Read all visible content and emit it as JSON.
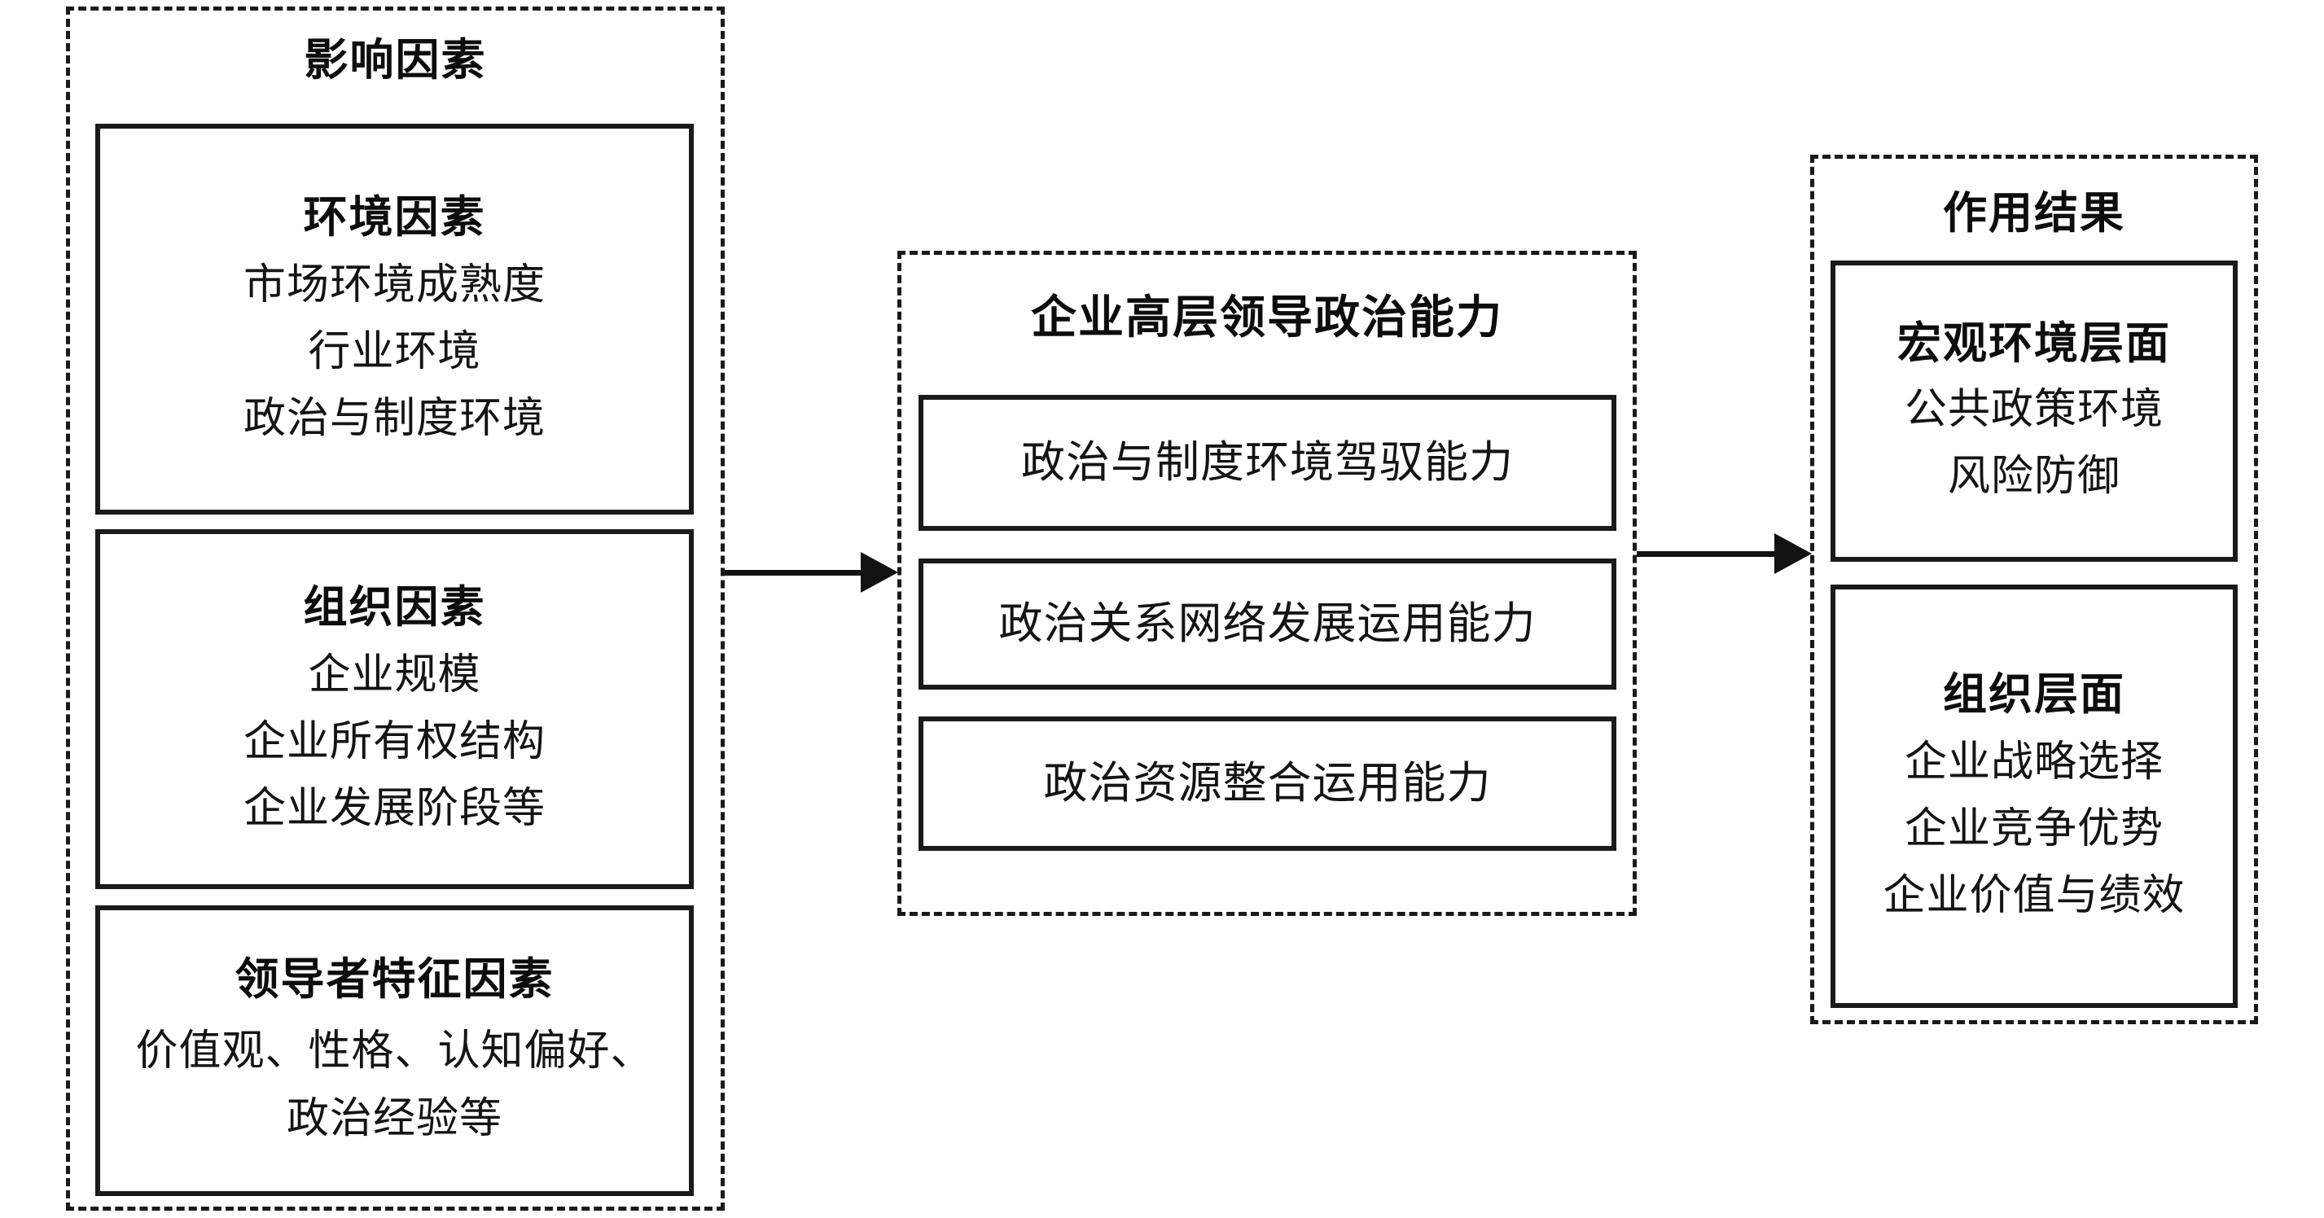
{
  "diagram": {
    "title_left": "影响因素",
    "title_middle": "企业高层领导政治能力",
    "title_right": "作用结果",
    "arrow_icon_1": "arrow-right-icon",
    "arrow_icon_2": "arrow-right-icon"
  },
  "left_group": {
    "label": "影响因素",
    "boxes": [
      {
        "title": "环境因素",
        "lines": [
          "市场环境成熟度",
          "行业环境",
          "政治与制度环境"
        ]
      },
      {
        "title": "组织因素",
        "lines": [
          "企业规模",
          "企业所有权结构",
          "企业发展阶段等"
        ]
      },
      {
        "title": "领导者特征因素",
        "lines": [
          "价值观、性格、认知偏好、",
          "政治经验等"
        ]
      }
    ]
  },
  "middle_group": {
    "label": "企业高层领导政治能力",
    "boxes": [
      {
        "text": "政治与制度环境驾驭能力"
      },
      {
        "text": "政治关系网络发展运用能力"
      },
      {
        "text": "政治资源整合运用能力"
      }
    ]
  },
  "right_group": {
    "label": "作用结果",
    "boxes": [
      {
        "title": "宏观环境层面",
        "lines": [
          "公共政策环境",
          "风险防御"
        ]
      },
      {
        "title": "组织层面",
        "lines": [
          "企业战略选择",
          "企业竞争优势",
          "企业价值与绩效"
        ]
      }
    ]
  },
  "colors": {
    "stroke": "#1a1a1a",
    "text": "#111111",
    "background": "#ffffff"
  }
}
